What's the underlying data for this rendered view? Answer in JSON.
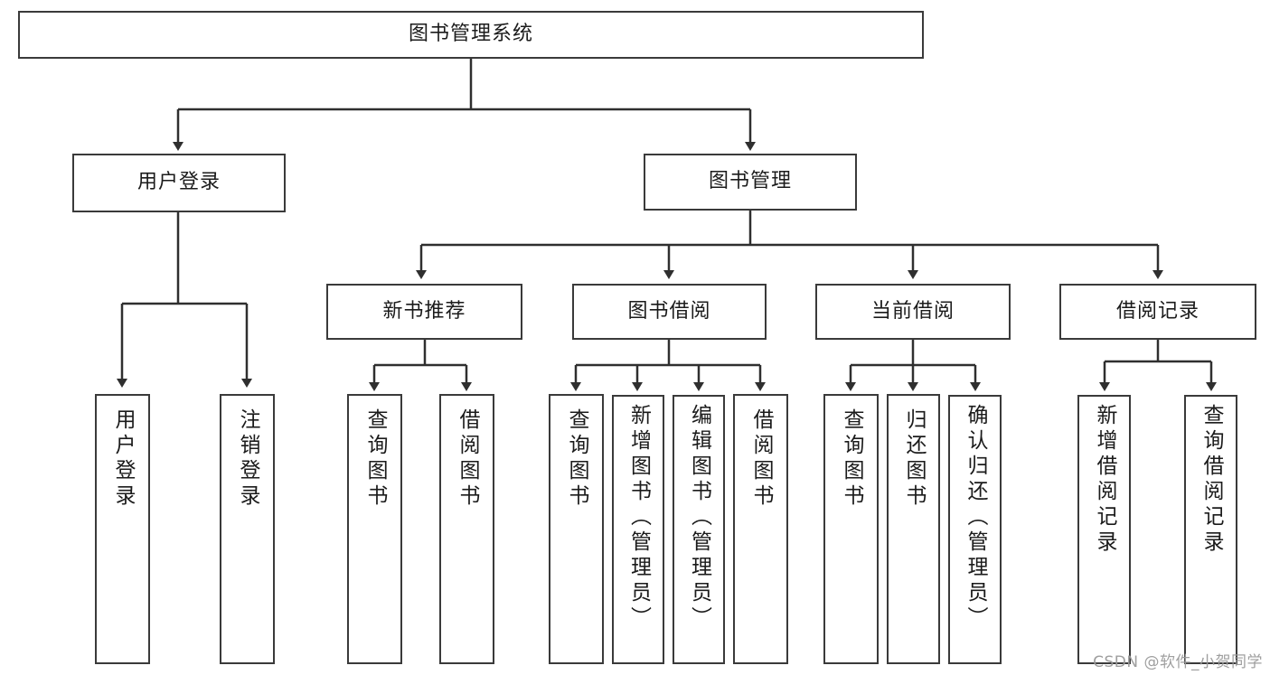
{
  "diagram": {
    "type": "tree",
    "title": "图书管理系统",
    "colors": {
      "background": "#ffffff",
      "box_border": "#3a3a3a",
      "box_fill": "#ffffff",
      "edge": "#2f2f2f",
      "text": "#1b1b1b",
      "watermark": "#9a9a9a"
    },
    "root": {
      "label": "图书管理系统"
    },
    "level1": [
      {
        "label": "用户登录"
      },
      {
        "label": "图书管理"
      }
    ],
    "level2": [
      {
        "label": "新书推荐"
      },
      {
        "label": "图书借阅"
      },
      {
        "label": "当前借阅"
      },
      {
        "label": "借阅记录"
      }
    ],
    "leaves": {
      "user_login": [
        {
          "label": "用户登录"
        },
        {
          "label": "注销登录"
        }
      ],
      "new_book_recommend": [
        {
          "label": "查询图书"
        },
        {
          "label": "借阅图书"
        }
      ],
      "book_borrow": [
        {
          "label": "查询图书"
        },
        {
          "label": "新增图书（管理员）"
        },
        {
          "label": "编辑图书（管理员）"
        },
        {
          "label": "借阅图书"
        }
      ],
      "current_borrow": [
        {
          "label": "查询图书"
        },
        {
          "label": "归还图书"
        },
        {
          "label": "确认归还（管理员）"
        }
      ],
      "borrow_record": [
        {
          "label": "新增借阅记录"
        },
        {
          "label": "查询借阅记录"
        }
      ]
    }
  },
  "watermark": {
    "text": "CSDN @软件_小贺同学"
  }
}
